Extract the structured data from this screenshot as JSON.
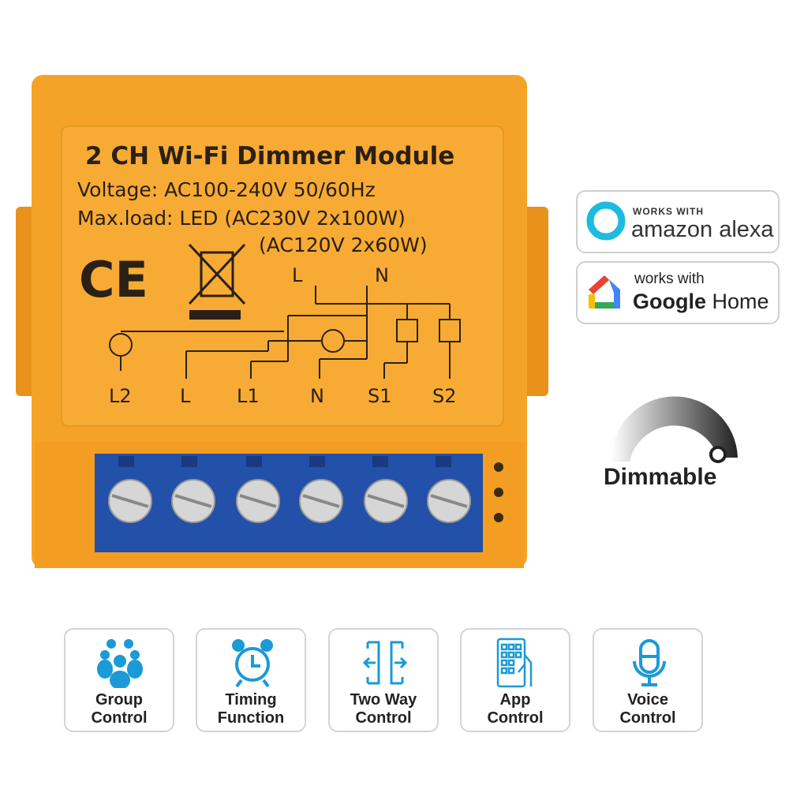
{
  "device": {
    "title": "2 CH Wi-Fi Dimmer Module",
    "voltage": "Voltage: AC100-240V 50/60Hz",
    "maxload_line1": "Max.load: LED (AC230V 2x100W)",
    "maxload_line2": "(AC120V 2x60W)",
    "ce_mark": "CE",
    "diagram_top_labels": [
      "L",
      "N"
    ],
    "terminals": [
      "L2",
      "L",
      "L1",
      "N",
      "S1",
      "S2"
    ],
    "colors": {
      "body": "#f5a328",
      "terminal_block": "#2350a8"
    }
  },
  "badges": {
    "alexa": {
      "small": "WORKS WITH",
      "big": "amazon alexa"
    },
    "google": {
      "small": "works with",
      "big_bold": "Google",
      "big": "Home"
    },
    "dimmable": "Dimmable"
  },
  "features": [
    {
      "line1": "Group",
      "line2": "Control",
      "icon": "group-icon"
    },
    {
      "line1": "Timing",
      "line2": "Function",
      "icon": "alarm-clock-icon"
    },
    {
      "line1": "Two Way",
      "line2": "Control",
      "icon": "two-way-arrows-icon"
    },
    {
      "line1": "App",
      "line2": "Control",
      "icon": "phone-app-icon"
    },
    {
      "line1": "Voice",
      "line2": "Control",
      "icon": "microphone-icon"
    }
  ],
  "accent": "#1a9ad6"
}
